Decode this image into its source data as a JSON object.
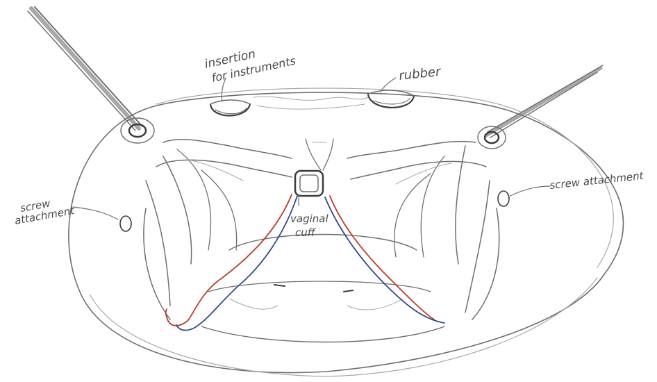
{
  "labels": {
    "insertion_line1": "insertion",
    "insertion_line2": "for instruments",
    "rubber": "rubber",
    "screw_left_line1": "screw",
    "screw_left_line2": "attachment",
    "screw_right": "screw attachment",
    "vaginal_line1": "vaginal",
    "vaginal_line2": "cuff"
  },
  "colors": {
    "pencil": "#6e6e6e",
    "wire_red": "#c0392b",
    "wire_blue": "#2e4a8a"
  }
}
